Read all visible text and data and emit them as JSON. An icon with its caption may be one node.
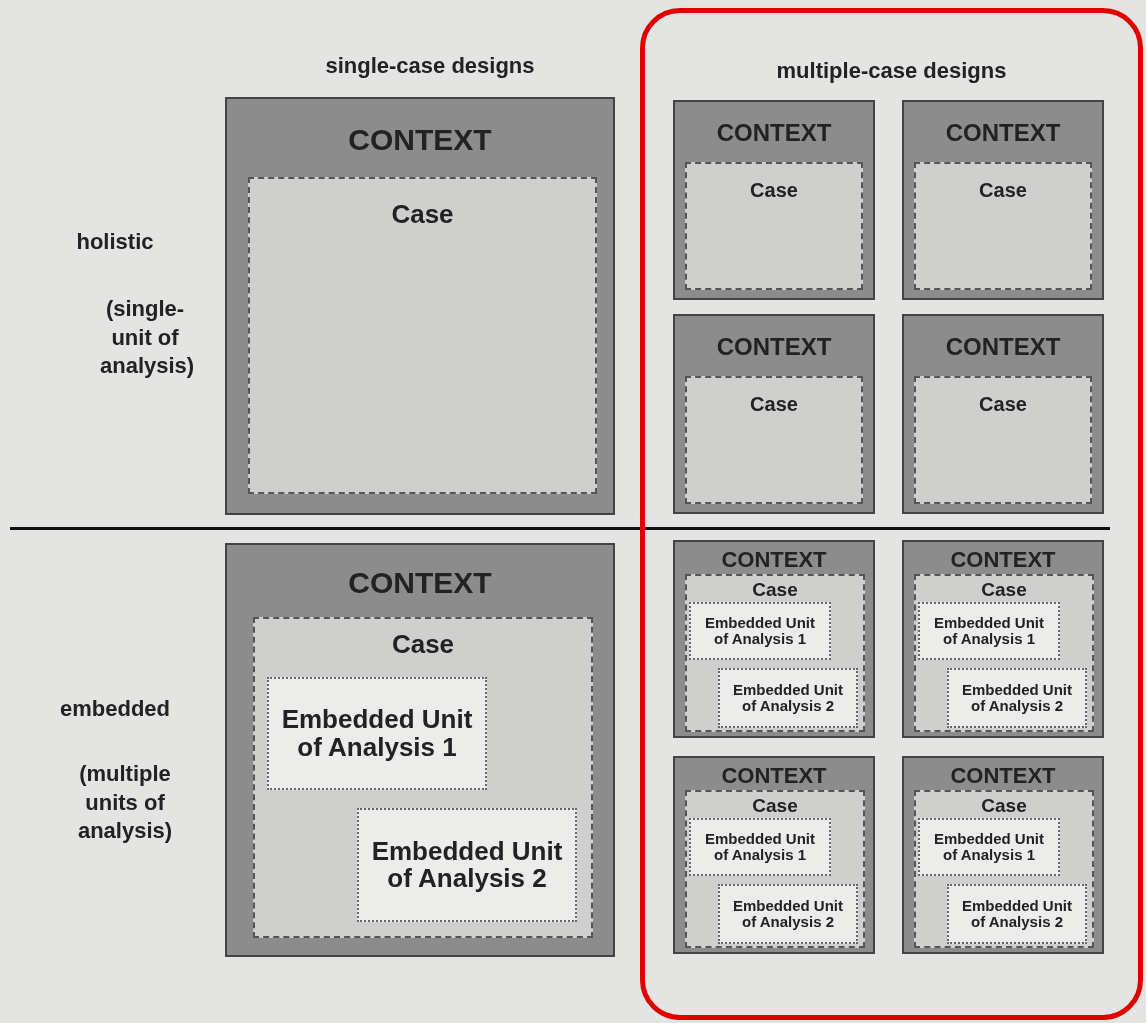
{
  "diagram": {
    "nodes": [
      {
        "text": [
          "CONTEXT"
        ]
      },
      {
        "text": [
          "Case"
        ],
        "in": 0
      },
      {
        "text": [
          "multiple-case designs"
        ]
      },
      {
        "text": [
          "CONTEXT"
        ],
        "in": 2
      },
      {
        "text": [
          "Case"
        ],
        "in": 3
      },
      {
        "text": [
          "CONTEXT"
        ],
        "in": 2
      },
      {
        "text": [
          "Case"
        ],
        "in": 5
      },
      {
        "text": [
          "CONTEXT"
        ],
        "in": 2
      },
      {
        "text": [
          "Case"
        ],
        "in": 7
      },
      {
        "text": [
          "CONTEXT"
        ],
        "in": 2
      },
      {
        "text": [
          "Case"
        ],
        "in": 9
      },
      {
        "text": [
          "CONTEXT"
        ]
      },
      {
        "text": [
          "Case"
        ],
        "in": 11
      },
      {
        "text": [
          "Embedded Unit of Analysis 1"
        ],
        "in": 12
      },
      {
        "text": [
          "Embedded Unit of Analysis 2"
        ],
        "in": 12
      },
      {
        "text": [
          "CONTEXT"
        ],
        "in": 2
      },
      {
        "text": [
          "Case"
        ],
        "in": 15
      },
      {
        "text": [
          "Embedded Unit of Analysis 1"
        ],
        "in": 16
      },
      {
        "text": [
          "Embedded Unit of Analysis 2"
        ],
        "in": 16
      },
      {
        "text": [
          "CONTEXT"
        ],
        "in": 2
      },
      {
        "text": [
          "Case"
        ],
        "in": 19
      },
      {
        "text": [
          "Embedded Unit of Analysis 1"
        ],
        "in": 20
      },
      {
        "text": [
          "Embedded Unit of Analysis 2"
        ],
        "in": 20
      },
      {
        "text": [
          "CONTEXT"
        ],
        "in": 2
      },
      {
        "text": [
          "Case"
        ],
        "in": 23
      },
      {
        "text": [
          "Embedded Unit of Analysis 1"
        ],
        "in": 24
      },
      {
        "text": [
          "Embedded Unit of Analysis 2"
        ],
        "in": 24
      },
      {
        "text": [
          "CONTEXT"
        ],
        "in": 2
      },
      {
        "text": [
          "Case"
        ],
        "in": 27
      },
      {
        "text": [
          "Embedded Unit of Analysis 1"
        ],
        "in": 28
      },
      {
        "text": [
          "Embedded Unit of Analysis 2"
        ],
        "in": 28
      }
    ],
    "edges": [],
    "labels": [
      "single-case designs",
      "holistic",
      "(single-unit of analysis)",
      "embedded",
      "(multiple units of analysis)"
    ]
  }
}
